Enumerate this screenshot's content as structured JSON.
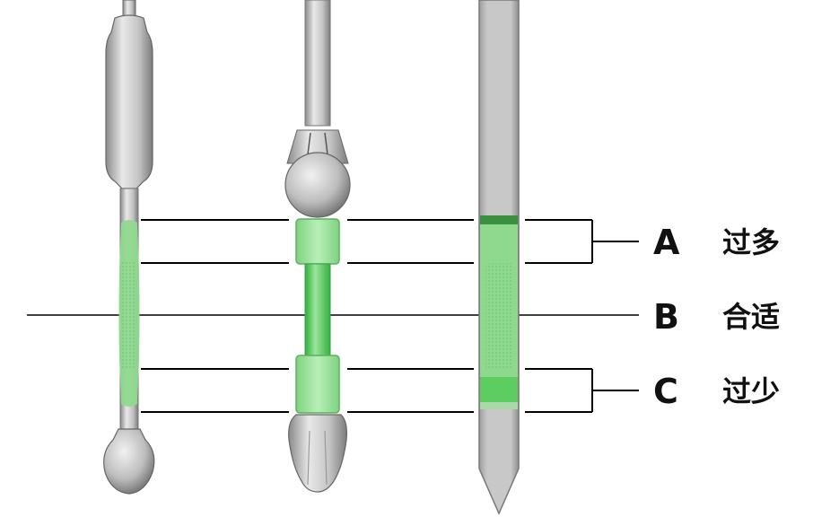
{
  "levels": [
    {
      "letter": "A",
      "text": "过多"
    },
    {
      "letter": "B",
      "text": "合适"
    },
    {
      "letter": "C",
      "text": "过少"
    }
  ],
  "colors": {
    "metal_light": "#e6e6e6",
    "metal_mid": "#bdbdbd",
    "metal_dark": "#7a7a7a",
    "fill_green": "#8fd98f",
    "fill_green_dark": "#3fbf4a",
    "line": "#000000"
  }
}
